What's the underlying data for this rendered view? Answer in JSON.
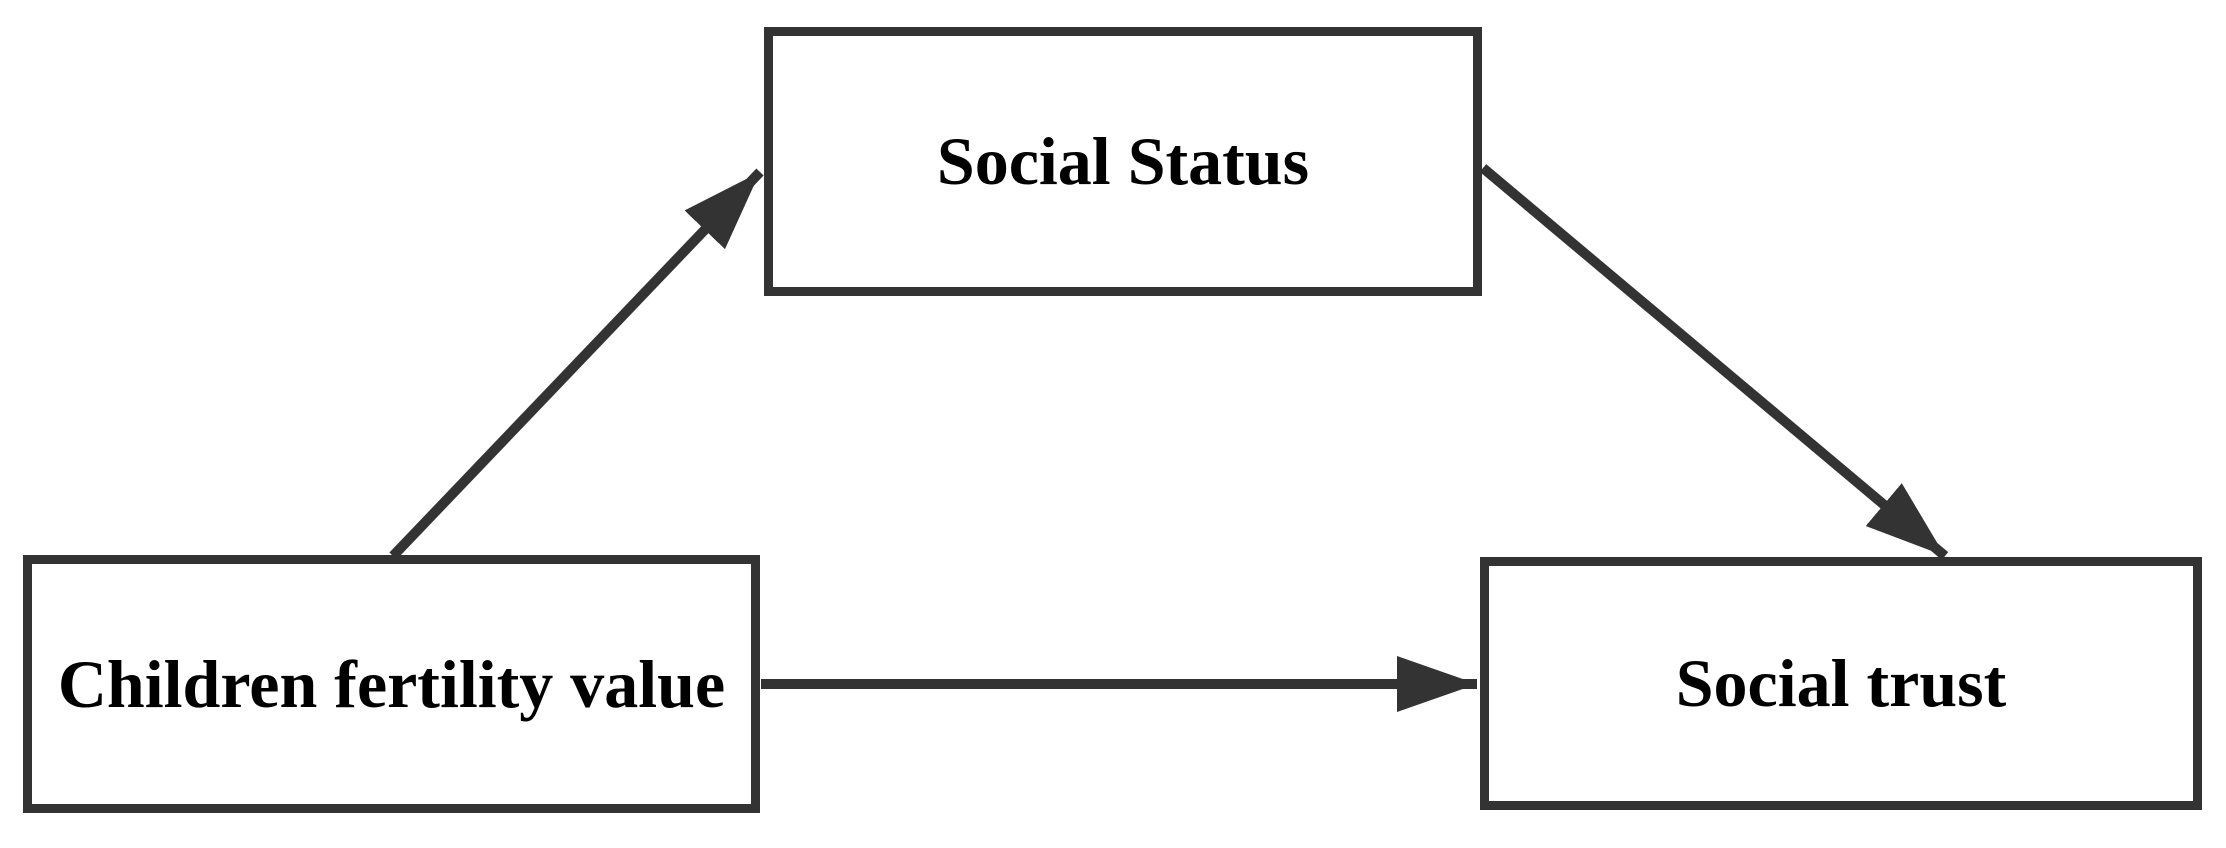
{
  "diagram": {
    "nodes": [
      {
        "id": "social-status",
        "label": "Social Status",
        "role": "mediator",
        "position": "top-center"
      },
      {
        "id": "children-fertility-value",
        "label": "Children fertility value",
        "role": "independent-variable",
        "position": "bottom-left"
      },
      {
        "id": "social-trust",
        "label": "Social trust",
        "role": "dependent-variable",
        "position": "bottom-right"
      }
    ],
    "edges": [
      {
        "from": "children-fertility-value",
        "to": "social-status",
        "style": "solid-arrow"
      },
      {
        "from": "social-status",
        "to": "social-trust",
        "style": "solid-arrow"
      },
      {
        "from": "children-fertility-value",
        "to": "social-trust",
        "style": "solid-arrow"
      }
    ],
    "colors": {
      "line": "#333333",
      "text": "#000000",
      "background": "#ffffff"
    }
  }
}
